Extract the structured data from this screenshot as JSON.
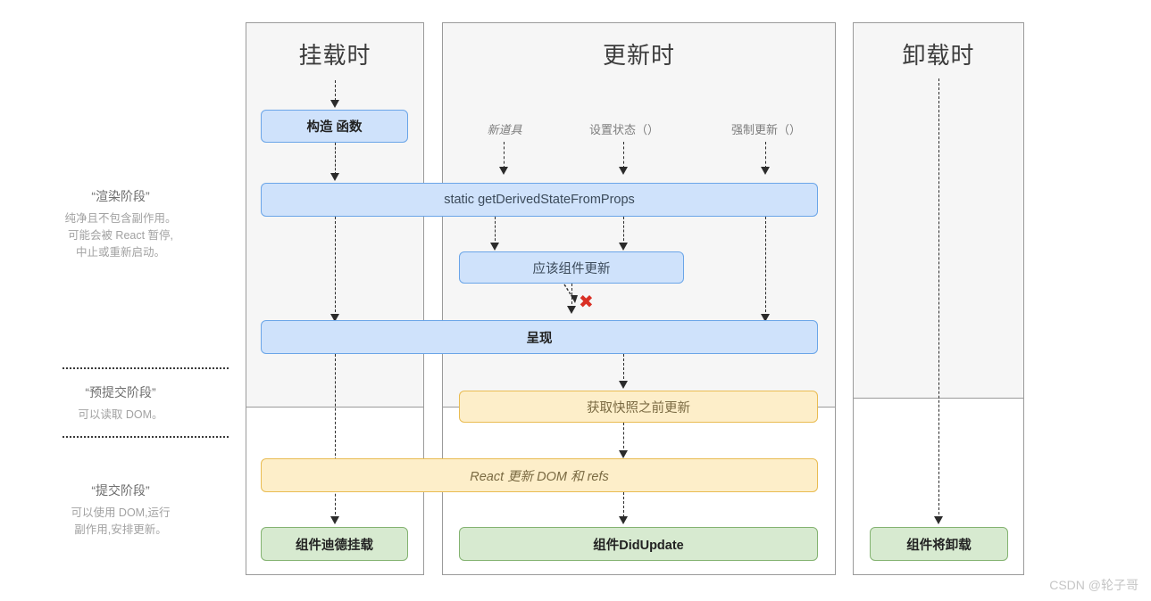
{
  "columns": {
    "mount": {
      "title": "挂载时"
    },
    "update": {
      "title": "更新时"
    },
    "unmount": {
      "title": "卸载时"
    }
  },
  "phases": [
    {
      "name": "“渲染阶段”",
      "desc_line1": "纯净且不包含副作用。",
      "desc_line2": "可能会被 React 暂停,",
      "desc_line3": "中止或重新启动。"
    },
    {
      "name": "“预提交阶段”",
      "desc_line1": "可以读取 DOM。"
    },
    {
      "name": "“提交阶段”",
      "desc_line1": "可以使用 DOM,运行",
      "desc_line2": "副作用,安排更新。"
    }
  ],
  "triggers": {
    "new_props": "新道具",
    "set_state": "设置状态（）",
    "force_update": "强制更新（）"
  },
  "nodes": {
    "constructor": "构造 函数",
    "get_derived_state": "static getDerivedStateFromProps",
    "should_update": "应该组件更新",
    "render": "呈现",
    "get_snapshot": "获取快照之前更新",
    "react_updates_dom": "React 更新 DOM 和 refs",
    "did_mount": "组件迪德挂载",
    "did_update": "组件DidUpdate",
    "will_unmount": "组件将卸载"
  },
  "marks": {
    "skip": "✖"
  },
  "watermark": "CSDN @轮子哥",
  "colors": {
    "blue_fill": "#cfe2fb",
    "blue_border": "#6aa5e8",
    "yellow_fill": "#fdeec9",
    "yellow_border": "#e9bc52",
    "green_fill": "#d7ead0",
    "green_border": "#84b371",
    "skip_red": "#d93025",
    "column_bg": "#f6f6f6"
  }
}
